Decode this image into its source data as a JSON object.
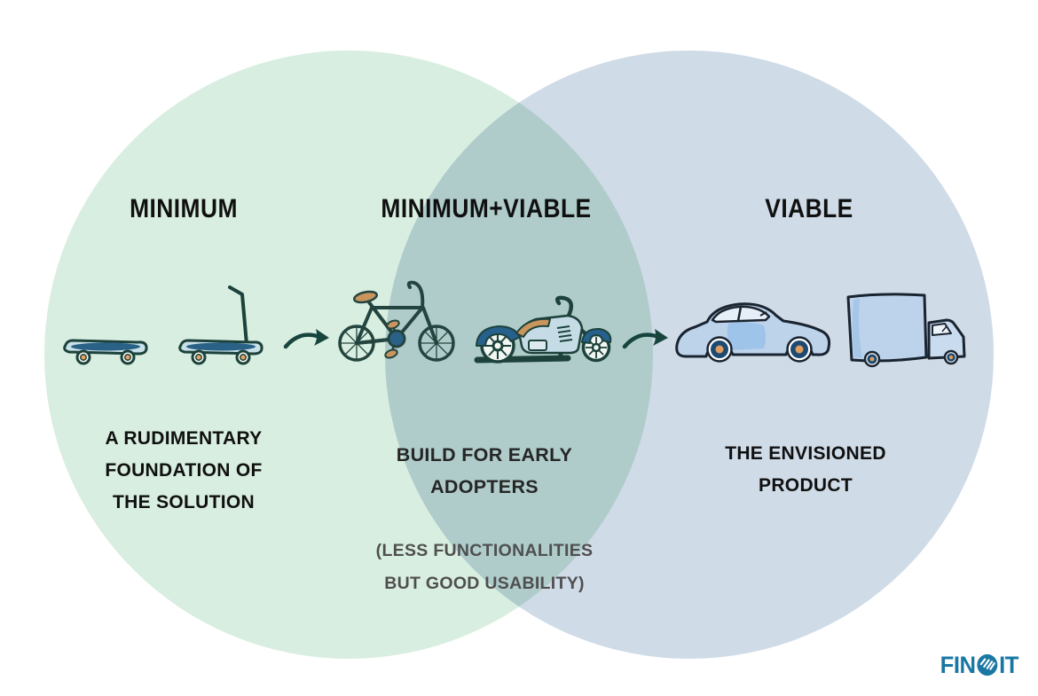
{
  "venn": {
    "left": {
      "title": "MINIMUM",
      "caption": "A RUDIMENTARY\nFOUNDATION OF\nTHE SOLUTION",
      "circle_color": "#d8eee0",
      "icons": [
        "skateboard-icon",
        "scooter-icon"
      ]
    },
    "middle": {
      "title": "MINIMUM+VIABLE",
      "caption_main": "BUILD FOR EARLY\nADOPTERS",
      "caption_sub": "(LESS FUNCTIONALITIES\nBUT GOOD USABILITY)",
      "overlap_color": "#abd0cb",
      "icons": [
        "bicycle-icon",
        "motorcycle-icon"
      ]
    },
    "right": {
      "title": "VIABLE",
      "caption": "THE ENVISIONED\nPRODUCT",
      "circle_color": "#cfdbe7",
      "icons": [
        "car-icon",
        "truck-icon"
      ]
    },
    "arrows": [
      "arrow-right-icon",
      "arrow-right-icon"
    ]
  },
  "palette": {
    "outline_teal": "#1d423b",
    "outline_navy": "#1a2430",
    "mid_blue": "#2a6187",
    "fender_blue": "#25618c",
    "wheel_navy": "#1d4a72",
    "orange": "#df9d60",
    "tan": "#c9955c",
    "vehicle_light_blue": "#c5dce6",
    "car_body_blue": "#bdd3ea",
    "logo_blue": "#1a77a4",
    "text_black": "#101010",
    "text_gray": "#4f4f4f"
  },
  "logo": {
    "prefix": "FIN",
    "suffix": "IT"
  }
}
